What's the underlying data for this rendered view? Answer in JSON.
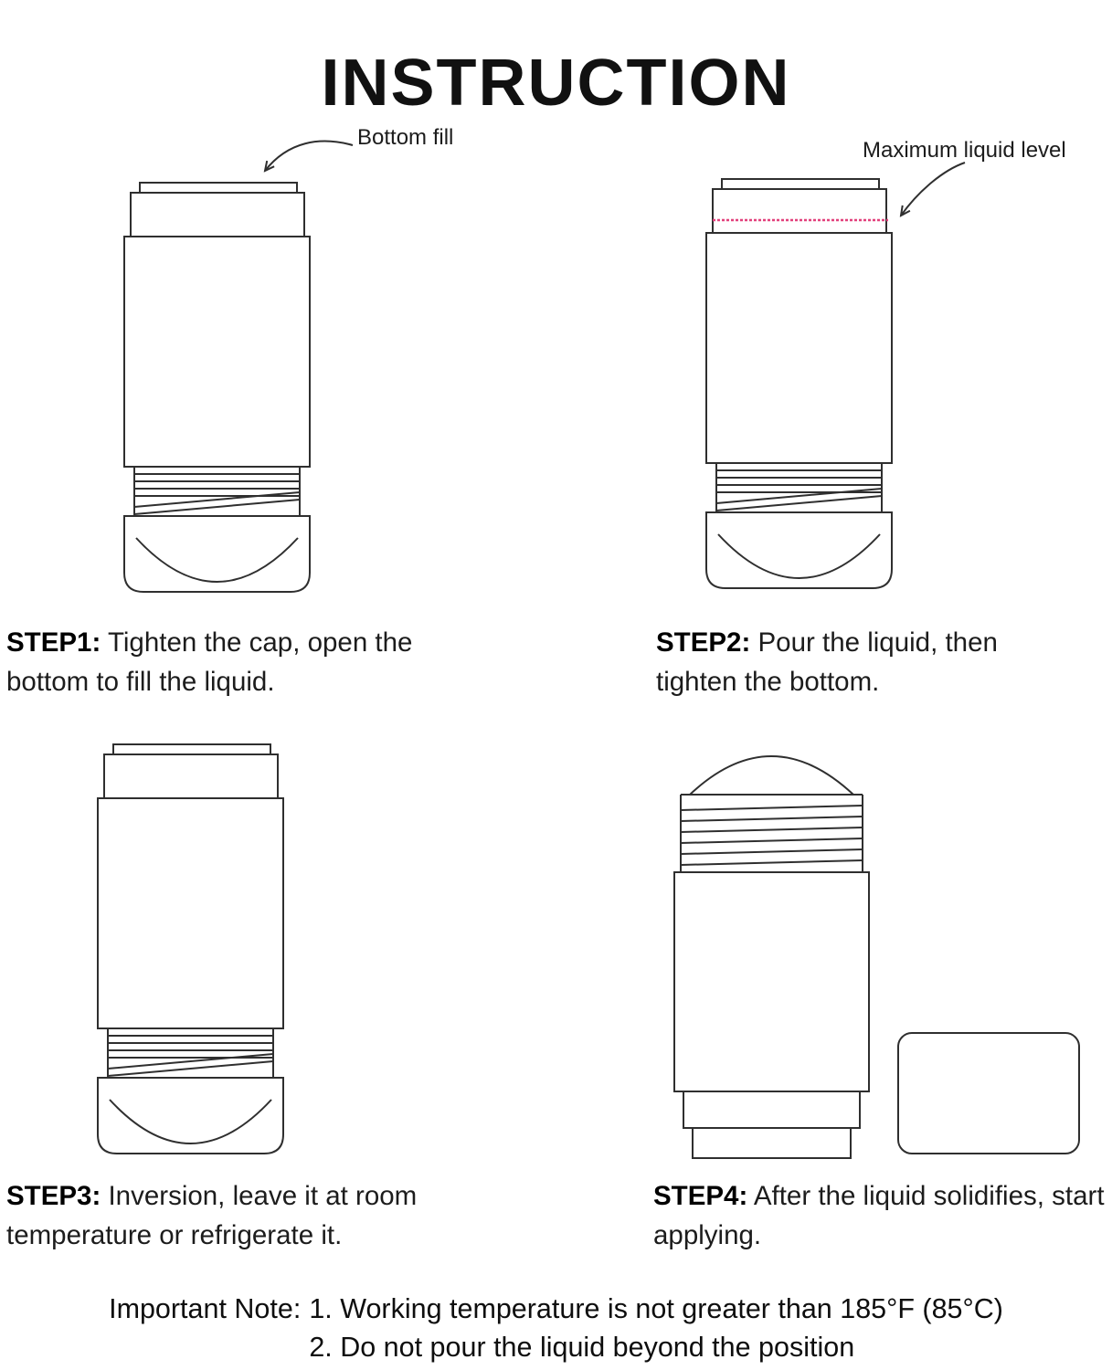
{
  "title": "INSTRUCTION",
  "colors": {
    "ink": "#2f2f2f",
    "max_level_line": "#e2417c"
  },
  "callouts": {
    "bottom_fill": "Bottom fill",
    "max_liquid_level": "Maximum liquid level"
  },
  "steps": [
    {
      "label": "STEP1:",
      "text": "Tighten the cap, open the bottom to fill the liquid."
    },
    {
      "label": "STEP2:",
      "text": "Pour the liquid, then tighten the bottom."
    },
    {
      "label": "STEP3:",
      "text": "Inversion, leave it at room temperature or refrigerate it."
    },
    {
      "label": "STEP4:",
      "text": "After the liquid solidifies, start applying."
    }
  ],
  "note": {
    "label": "Important Note:",
    "items": [
      "1. Working temperature is not greater than 185°F (85°C)",
      "2. Do not pour the liquid beyond the position"
    ]
  }
}
